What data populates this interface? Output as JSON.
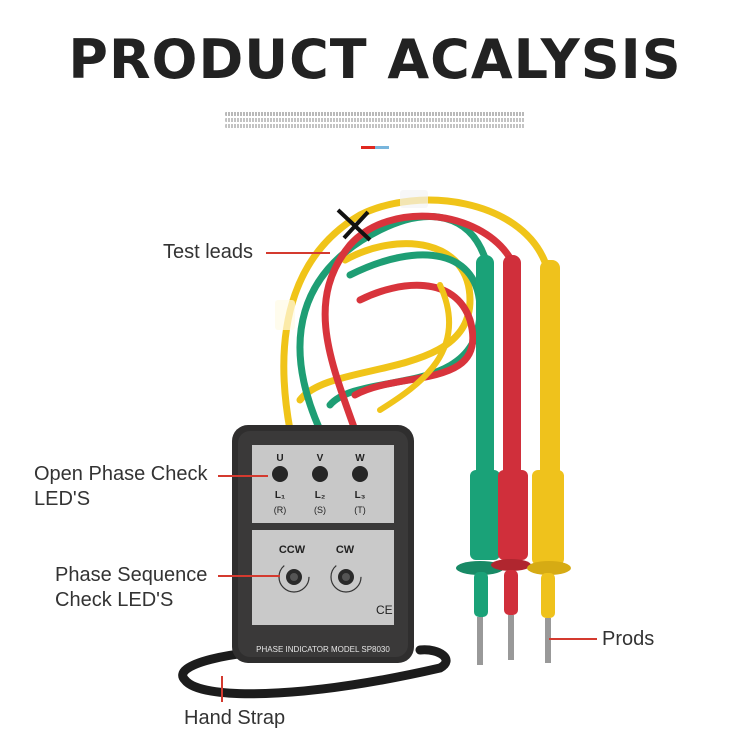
{
  "title": "PRODUCT ACALYSIS",
  "callouts": {
    "test_leads": "Test leads",
    "open_phase_1": "Open Phase Check",
    "open_phase_2": "LED'S",
    "phase_seq_1": "Phase Sequence",
    "phase_seq_2": "Check LED'S",
    "prods": "Prods",
    "hand_strap": "Hand Strap"
  },
  "device": {
    "phases": [
      {
        "letter": "U",
        "line": "L₁",
        "code": "(R)"
      },
      {
        "letter": "V",
        "line": "L₂",
        "code": "(S)"
      },
      {
        "letter": "W",
        "line": "L₃",
        "code": "(T)"
      }
    ],
    "rotation": {
      "ccw": "CCW",
      "cw": "CW"
    },
    "model_label": "PHASE INDICATOR MODEL SP8030",
    "ce_mark": "CE"
  },
  "colors": {
    "accent_red": "#e0281f",
    "accent_blue": "#78b5dc",
    "lead_green": "#1e9e74",
    "lead_red": "#d8343c",
    "lead_yellow": "#f0c419"
  }
}
